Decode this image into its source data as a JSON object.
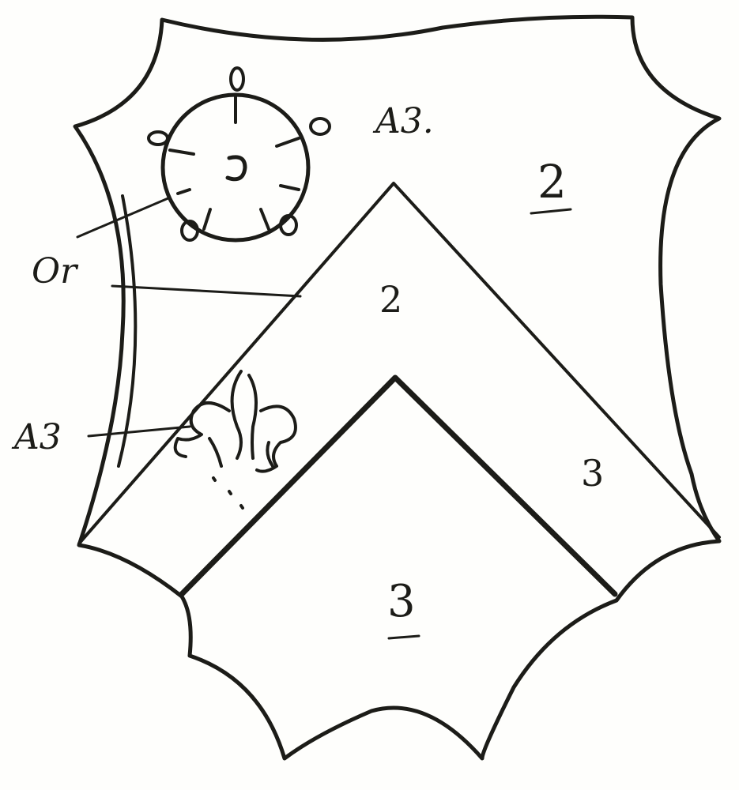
{
  "colors": {
    "ink": "#1c1c18",
    "paper": "#fefefc"
  },
  "icons": {
    "mullet": "spur-rowel-icon",
    "fleur": "fleur-de-lis-icon"
  },
  "labels": {
    "tincture_top": "A3.",
    "tincture_or": "Or",
    "tincture_fleur": "A3"
  },
  "field_numbers": {
    "dexter_chief": "2",
    "chevron_upper": "2",
    "chevron_right": "3",
    "base": "3"
  }
}
